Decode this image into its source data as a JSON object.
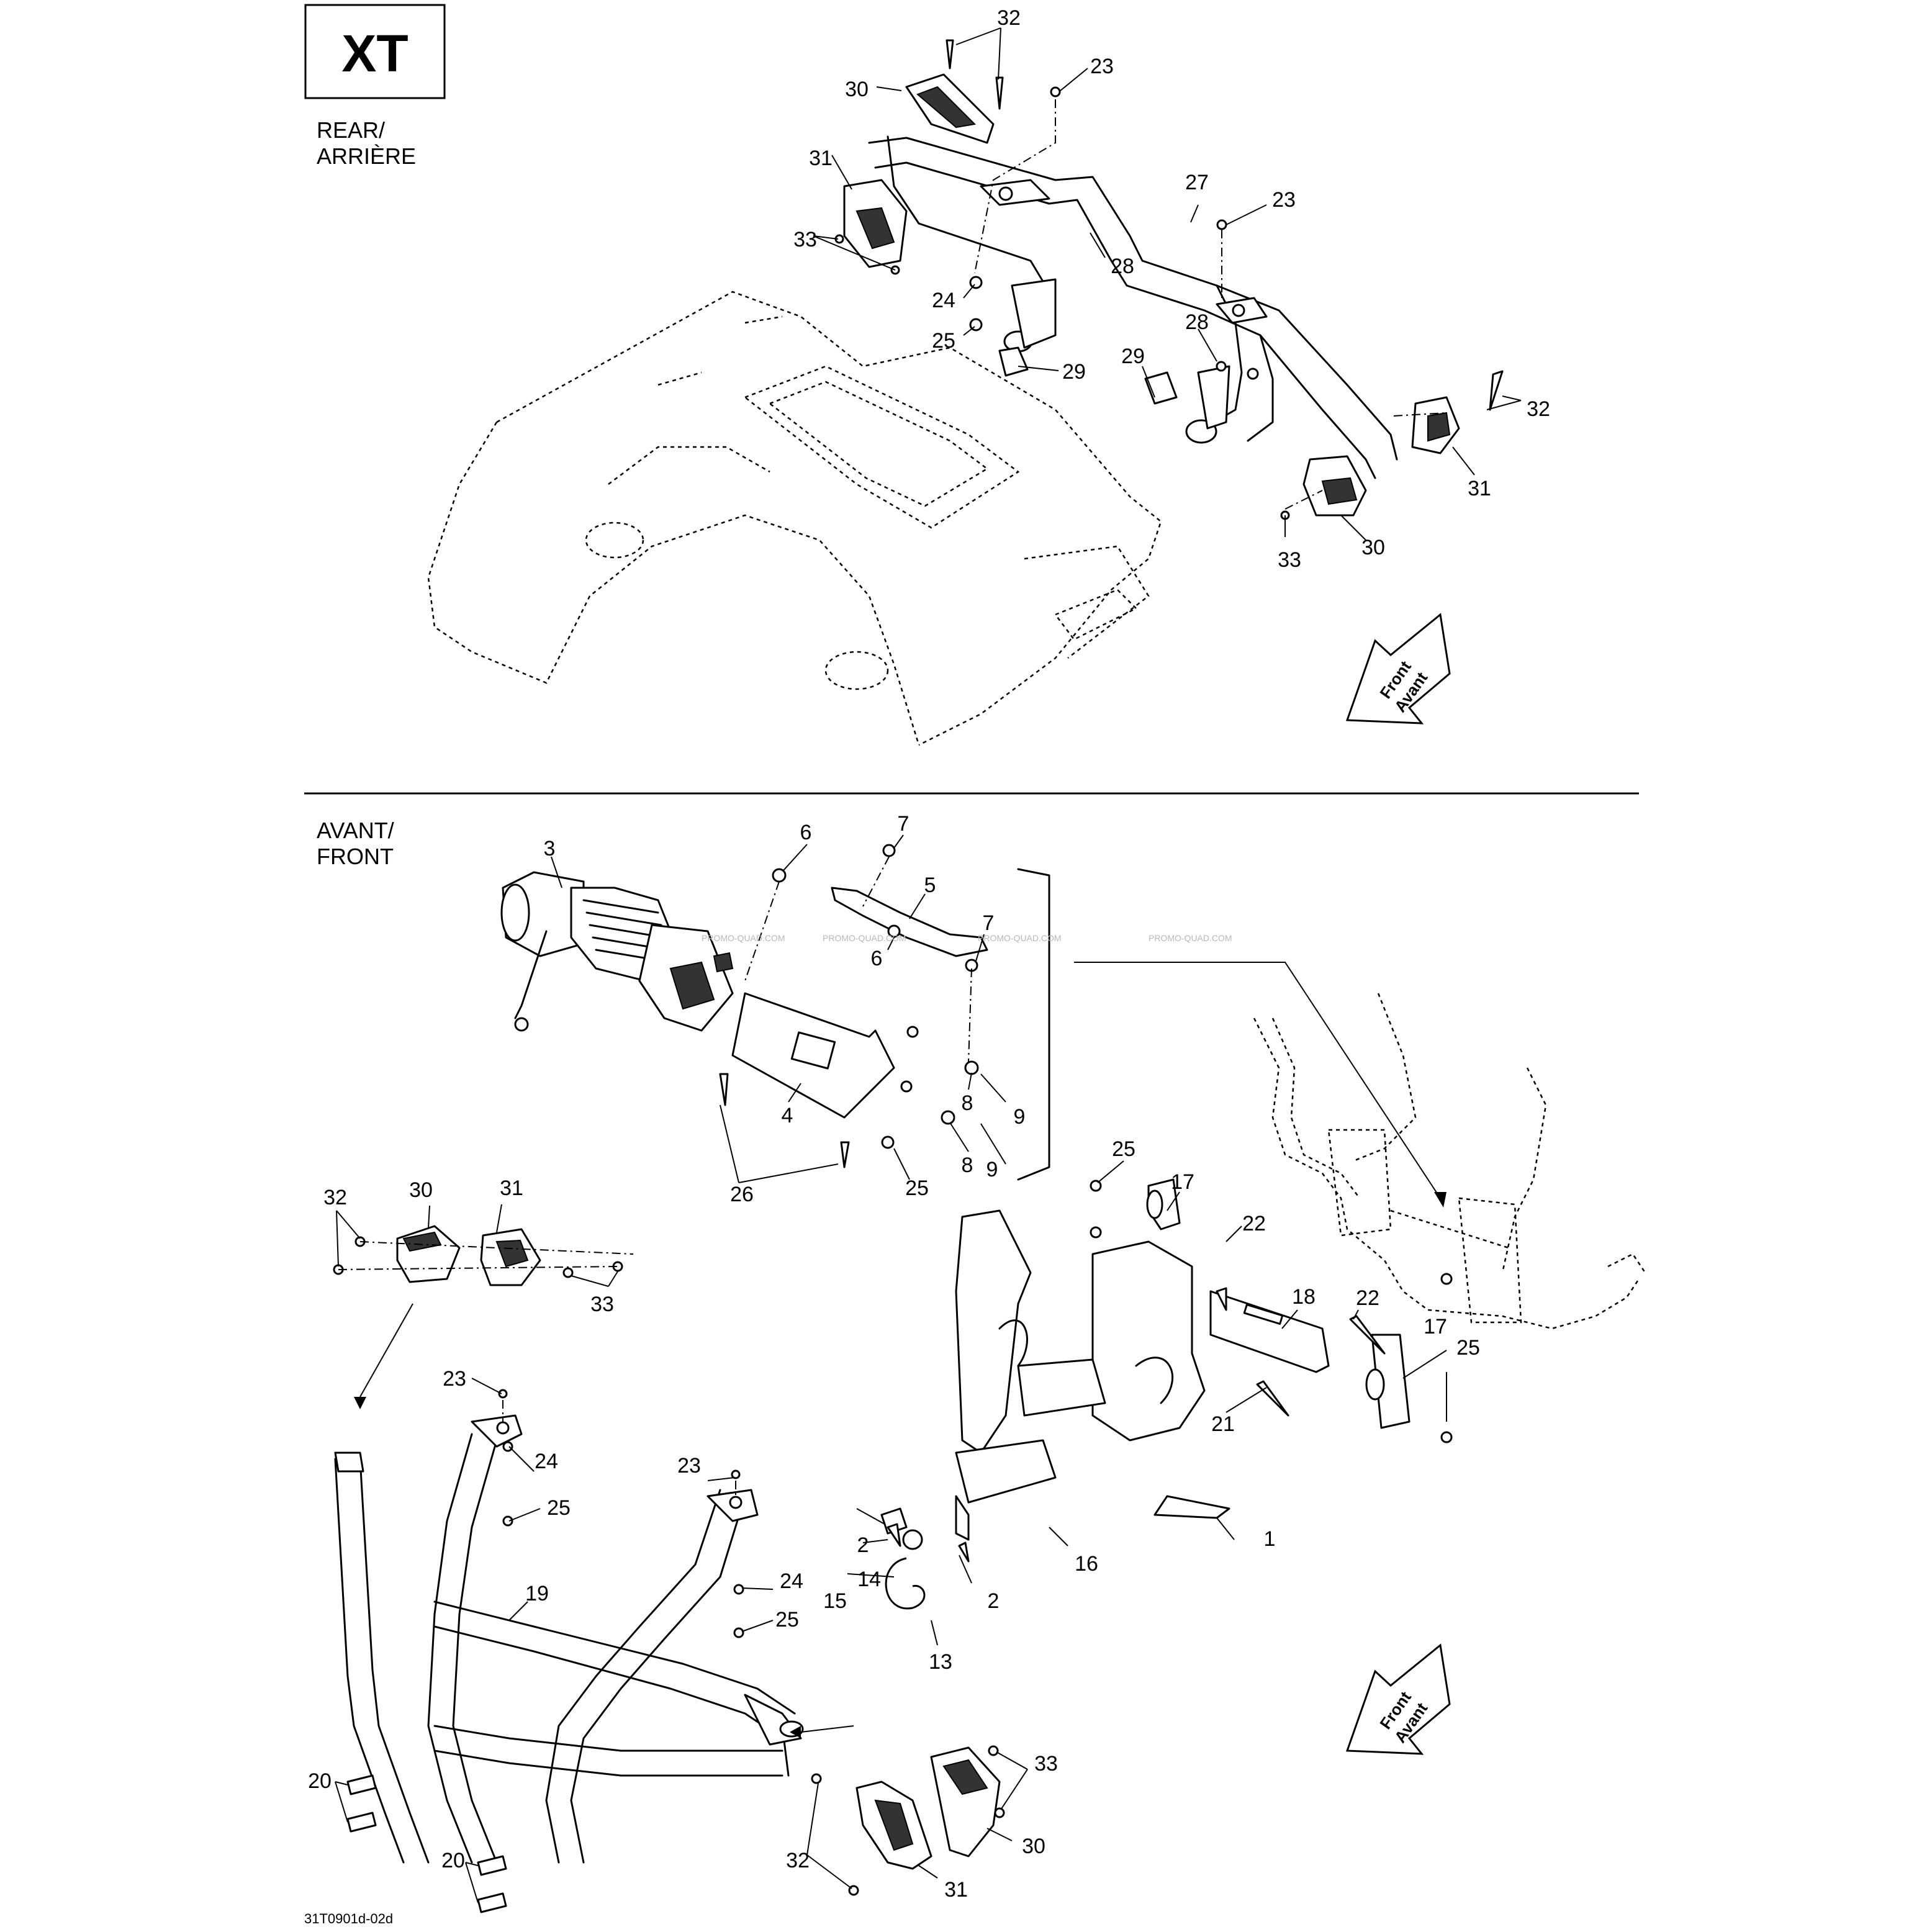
{
  "model_badge": "XT",
  "sections": {
    "rear": {
      "heading_line1": "REAR/",
      "heading_line2": "ARRIÈRE"
    },
    "front": {
      "heading_line1": "AVANT/",
      "heading_line2": "FRONT"
    }
  },
  "direction_arrow": {
    "line1": "Front",
    "line2": "Avant"
  },
  "reference_code": "31T0901d-02d",
  "watermark": "PROMO-QUAD.COM",
  "callouts": {
    "rear": [
      "32",
      "30",
      "23",
      "31",
      "27",
      "23",
      "33",
      "28",
      "24",
      "25",
      "28",
      "29",
      "29",
      "32",
      "31",
      "33",
      "30"
    ],
    "front": [
      "3",
      "6",
      "7",
      "5",
      "7",
      "6",
      "8",
      "9",
      "4",
      "8",
      "9",
      "26",
      "25",
      "32",
      "30",
      "31",
      "33",
      "25",
      "17",
      "22",
      "18",
      "22",
      "17",
      "25",
      "21",
      "23",
      "24",
      "25",
      "23",
      "2",
      "14",
      "15",
      "2",
      "16",
      "1",
      "24",
      "25",
      "13",
      "19",
      "20",
      "33",
      "20",
      "32",
      "30",
      "31"
    ]
  }
}
